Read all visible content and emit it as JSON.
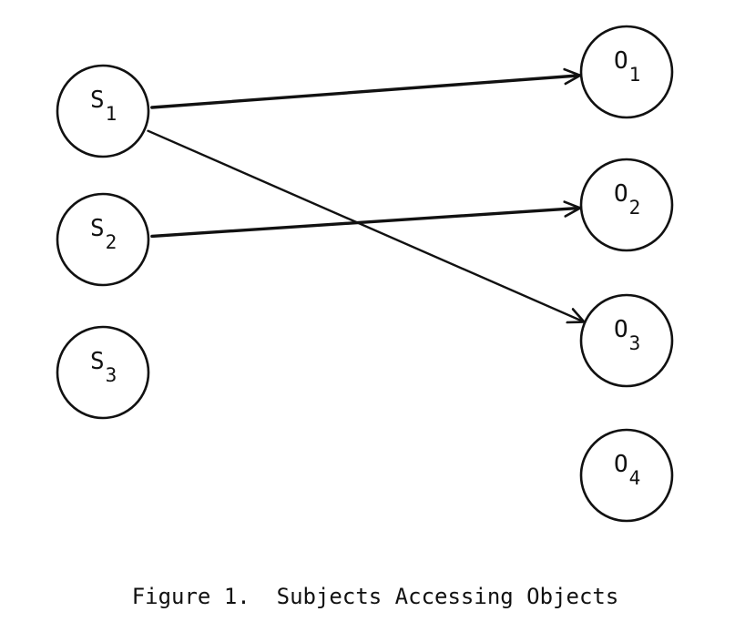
{
  "caption": "Figure 1.  Subjects Accessing Objects",
  "subjects": [
    {
      "id": "s1",
      "letter": "S",
      "sub": "1"
    },
    {
      "id": "s2",
      "letter": "S",
      "sub": "2"
    },
    {
      "id": "s3",
      "letter": "S",
      "sub": "3"
    }
  ],
  "objects": [
    {
      "id": "o1",
      "letter": "O",
      "sub": "1"
    },
    {
      "id": "o2",
      "letter": "O",
      "sub": "2"
    },
    {
      "id": "o3",
      "letter": "O",
      "sub": "3"
    },
    {
      "id": "o4",
      "letter": "O",
      "sub": "4"
    }
  ],
  "edges": [
    {
      "from": "s1",
      "to": "o1"
    },
    {
      "from": "s1",
      "to": "o3"
    },
    {
      "from": "s2",
      "to": "o2"
    }
  ]
}
